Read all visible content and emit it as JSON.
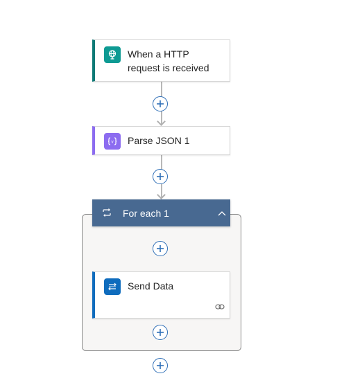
{
  "flow": {
    "trigger": {
      "title": "When a HTTP request is received",
      "icon": "http-request-icon",
      "accent": "#0e7a76",
      "icon_bg": "#0e9a93"
    },
    "parse_json": {
      "title": "Parse JSON 1",
      "icon": "variable-braces-icon",
      "accent": "#8c6cf0",
      "icon_bg": "#8c6cf0"
    },
    "for_each": {
      "title": "For each 1",
      "icon": "loop-icon",
      "header_bg": "#486991"
    },
    "send_data": {
      "title": "Send Data",
      "icon": "send-data-icon",
      "accent": "#0f6cbd",
      "icon_bg": "#0f6cbd",
      "footer_icon": "link-icon"
    }
  },
  "colors": {
    "connector": "#b8b8b8",
    "add_button": "#2f6fb7"
  }
}
